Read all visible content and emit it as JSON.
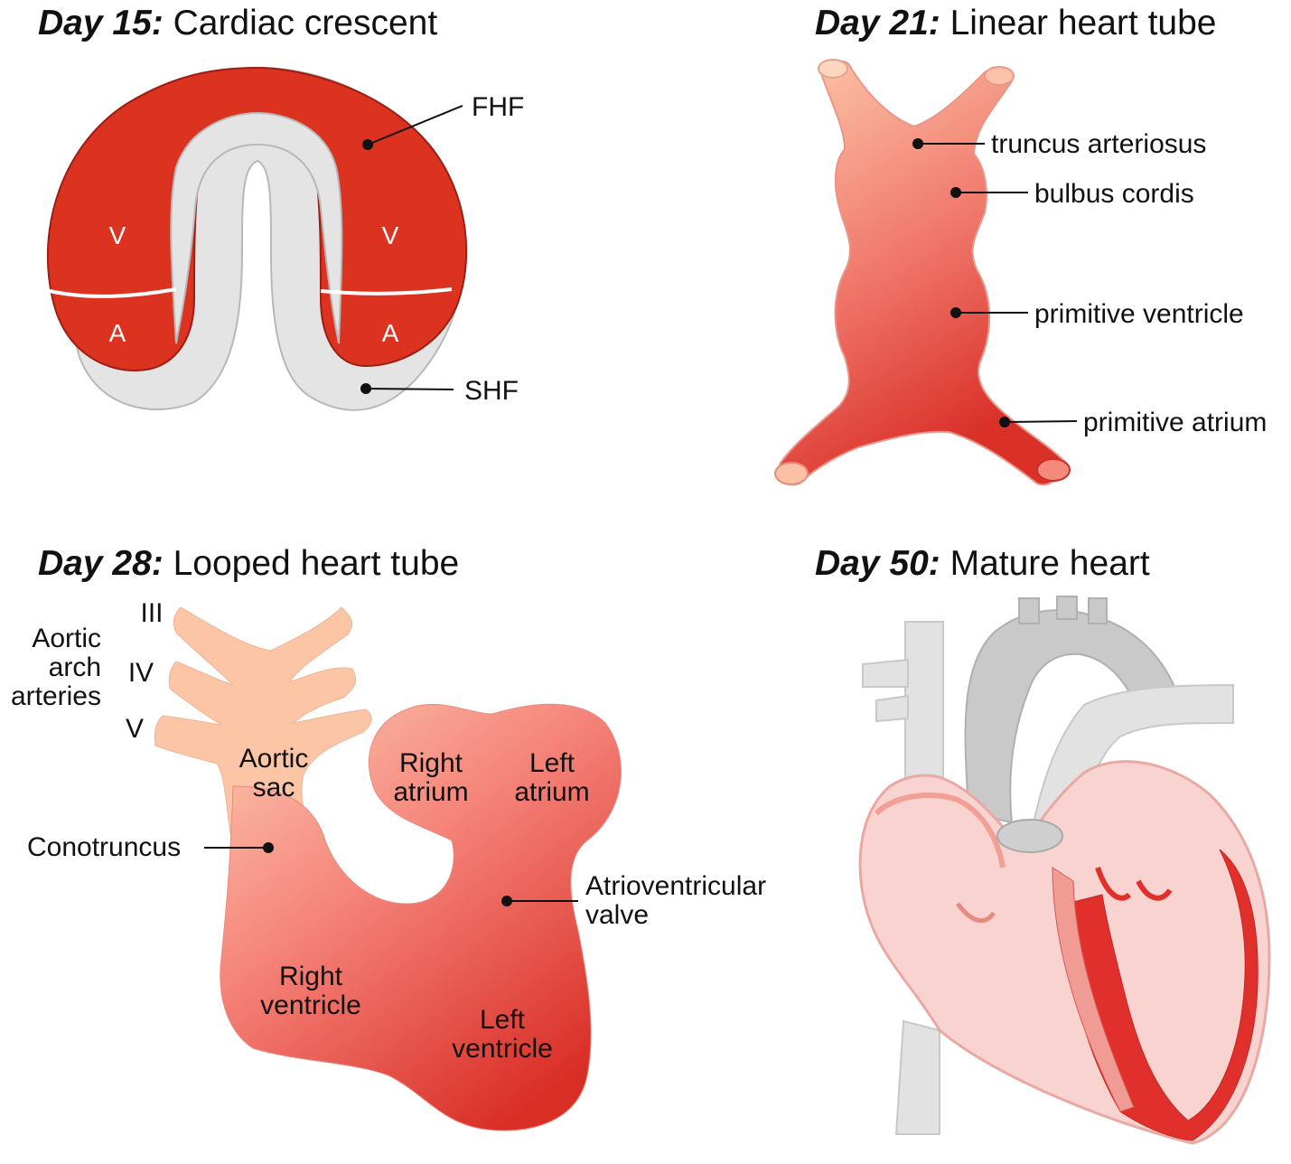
{
  "panels": {
    "day15": {
      "title_day": "Day 15:",
      "title_text": "Cardiac crescent",
      "labels": {
        "fhf": "FHF",
        "shf": "SHF",
        "v_left": "V",
        "v_right": "V",
        "a_left": "A",
        "a_right": "A"
      }
    },
    "day21": {
      "title_day": "Day 21:",
      "title_text": "Linear heart tube",
      "labels": {
        "truncus": "truncus arteriosus",
        "bulbus": "bulbus cordis",
        "ventricle": "primitive ventricle",
        "atrium": "primitive atrium"
      }
    },
    "day28": {
      "title_day": "Day 28:",
      "title_text": "Looped heart tube",
      "labels": {
        "arch_iii": "III",
        "arch_iv": "IV",
        "arch_v": "V",
        "aortic_arch_1": "Aortic",
        "aortic_arch_2": "arch",
        "aortic_arch_3": "arteries",
        "aortic_sac_1": "Aortic",
        "aortic_sac_2": "sac",
        "right_atrium_1": "Right",
        "right_atrium_2": "atrium",
        "left_atrium_1": "Left",
        "left_atrium_2": "atrium",
        "conotruncus": "Conotruncus",
        "av_valve_1": "Atrioventricular",
        "av_valve_2": "valve",
        "right_ventricle_1": "Right",
        "right_ventricle_2": "ventricle",
        "left_ventricle_1": "Left",
        "left_ventricle_2": "ventricle"
      }
    },
    "day50": {
      "title_day": "Day 50:",
      "title_text": "Mature heart"
    }
  },
  "colors": {
    "fhf_red": "#dc3220",
    "shf_gray": "#e4e4e4",
    "tube_light": "#fbc1a4",
    "tube_dark": "#e0403a",
    "vessel_gray": "#d6d6d6",
    "heart_pink": "#f7c8c4"
  }
}
